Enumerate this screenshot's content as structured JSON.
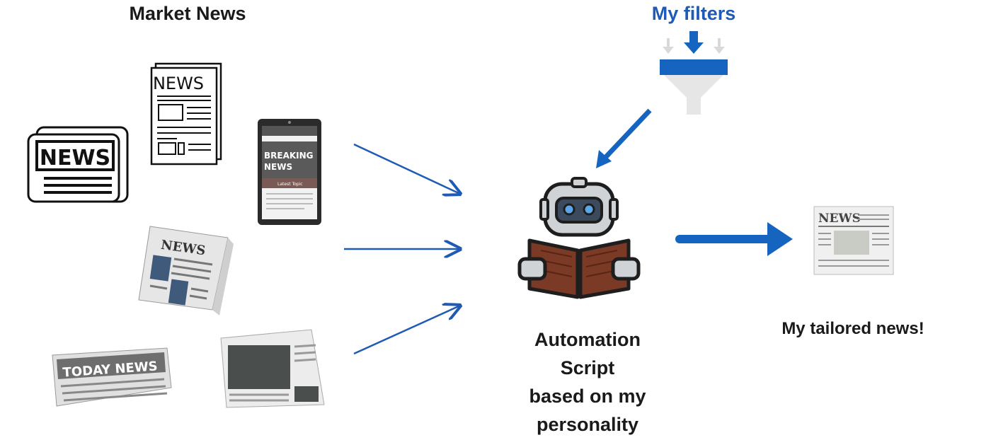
{
  "labels": {
    "market_news": "Market News",
    "my_filters": "My filters",
    "script_lines": [
      "Automation",
      "Script",
      "based on my",
      "personality"
    ],
    "tailored": "My tailored news!"
  },
  "newspapers": {
    "news_big": "NEWS",
    "news_paper": "NEWS",
    "tablet_line1": "BREAKING",
    "tablet_line2": "NEWS",
    "tablet_caption": "Latest Topic",
    "folded": "NEWS",
    "today": "TODAY NEWS",
    "tailored_paper": "NEWS"
  },
  "colors": {
    "arrow_blue": "#1f5bb5",
    "filter_blue": "#1565c0",
    "text_dark": "#1a1a1a",
    "book_brown": "#7b3a25",
    "robot_grey": "#cfd3d6"
  }
}
